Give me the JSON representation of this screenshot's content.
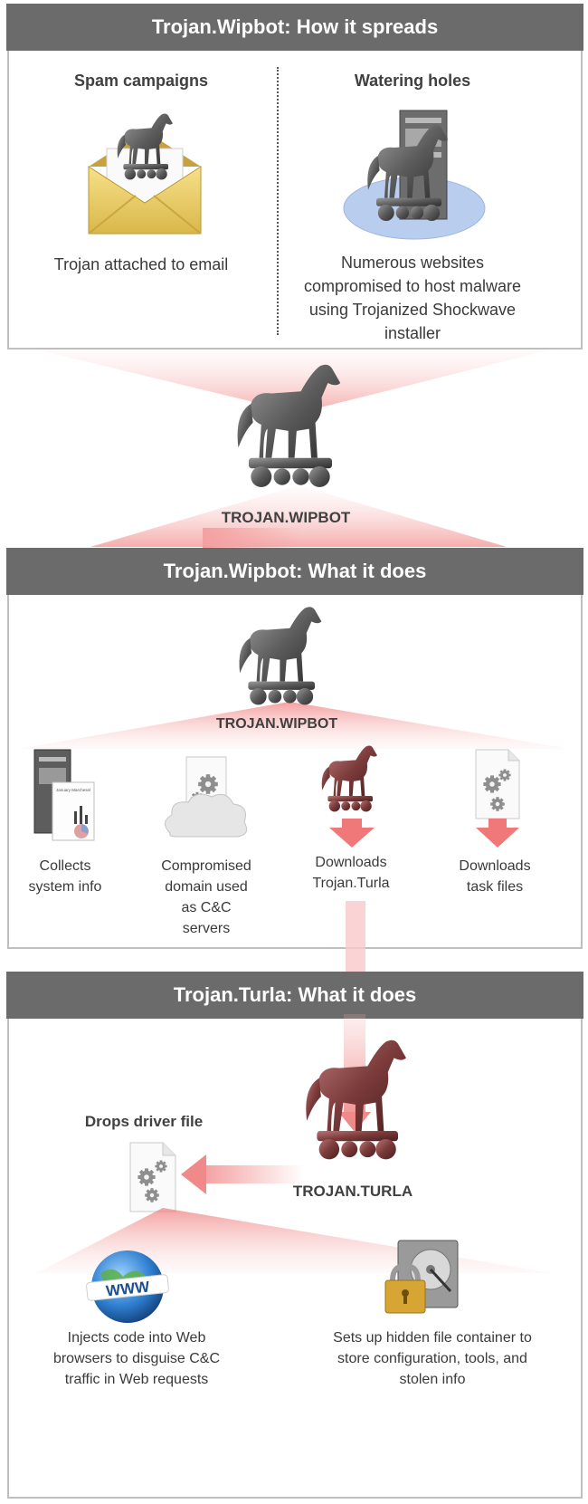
{
  "section1": {
    "title": "Trojan.Wipbot: How it spreads",
    "left": {
      "heading": "Spam campaigns",
      "caption": "Trojan attached to email"
    },
    "right": {
      "heading": "Watering holes",
      "caption_lines": [
        "Numerous websites",
        "compromised to host malware",
        "using Trojanized Shockwave",
        "installer"
      ]
    }
  },
  "center_horse": {
    "label": "TROJAN.WIPBOT"
  },
  "section2": {
    "title": "Trojan.Wipbot: What it does",
    "horse_label": "TROJAN.WIPBOT",
    "items": [
      {
        "lines": [
          "Collects",
          "system info"
        ],
        "icon": "server-report-icon",
        "doc_title": "January Marchesel"
      },
      {
        "lines": [
          "Compromised",
          "domain used",
          "as C&C",
          "servers"
        ],
        "icon": "cloud-gear-icon"
      },
      {
        "lines": [
          "Downloads",
          "Trojan.Turla"
        ],
        "icon": "red-horse-icon"
      },
      {
        "lines": [
          "Downloads",
          "task files"
        ],
        "icon": "gear-file-icon"
      }
    ]
  },
  "section3": {
    "title": "Trojan.Turla: What it does",
    "horse_label": "TROJAN.TURLA",
    "drop_heading": "Drops driver file",
    "items": [
      {
        "lines": [
          "Injects code into Web",
          "browsers to disguise C&C",
          "traffic in Web requests"
        ],
        "icon": "www-globe-icon",
        "globe_text": "WWW"
      },
      {
        "lines": [
          "Sets up hidden file container to",
          "store configuration, tools, and",
          "stolen info"
        ],
        "icon": "locked-hard-drive-icon"
      }
    ]
  }
}
